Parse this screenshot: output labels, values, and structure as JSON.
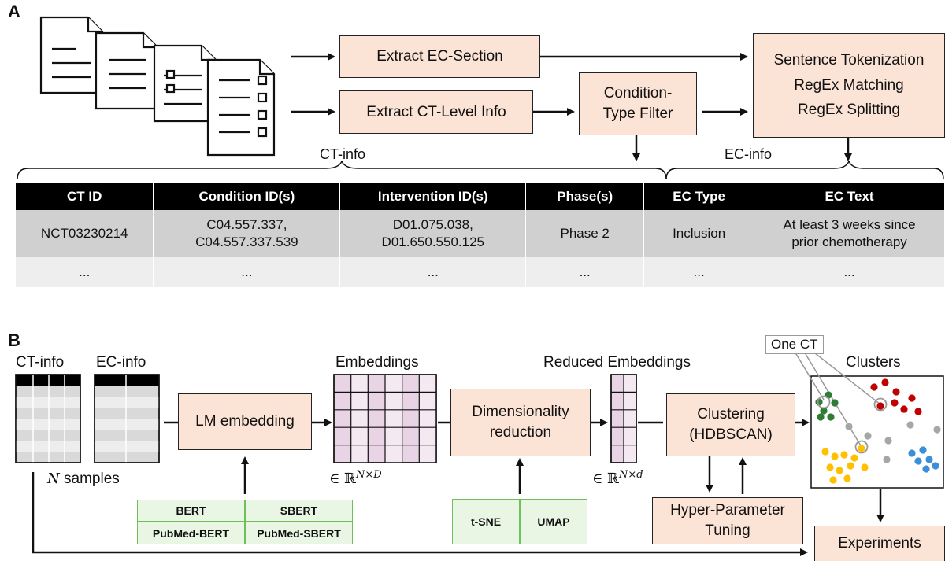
{
  "panel_a": {
    "letter": "A",
    "extract_ec": "Extract EC-Section",
    "extract_ct": "Extract CT-Level Info",
    "condition_filter": "Condition-\nType Filter",
    "ec_steps": [
      "Sentence Tokenization",
      "RegEx Matching",
      "RegEx Splitting"
    ],
    "ct_info_brace": "CT-info",
    "ec_info_brace": "EC-info",
    "table": {
      "headers": [
        "CT ID",
        "Condition ID(s)",
        "Intervention ID(s)",
        "Phase(s)",
        "EC Type",
        "EC Text"
      ],
      "rows": [
        [
          "NCT03230214",
          "C04.557.337,\nC04.557.337.539",
          "D01.075.038,\nD01.650.550.125",
          "Phase 2",
          "Inclusion",
          "At least 3 weeks since\nprior chemotherapy"
        ],
        [
          "...",
          "...",
          "...",
          "...",
          "...",
          "..."
        ]
      ]
    }
  },
  "panel_b": {
    "letter": "B",
    "ct_info": "CT-info",
    "ec_info": "EC-info",
    "n_samples": "samples",
    "n_symbol": "N",
    "lm_embedding": "LM embedding",
    "embeddings_title": "Embeddings",
    "embeddings_space": "∈ ℝ",
    "embeddings_sup": "N×D",
    "models": [
      "BERT",
      "SBERT",
      "PubMed-BERT",
      "PubMed-SBERT"
    ],
    "dim_reduction": "Dimensionality\nreduction",
    "reducers": [
      "t-SNE",
      "UMAP"
    ],
    "reduced_title": "Reduced Embeddings",
    "reduced_sup": "N×d",
    "clustering": "Clustering\n(HDBSCAN)",
    "hyper": "Hyper-Parameter\nTuning",
    "one_ct": "One CT",
    "clusters_title": "Clusters",
    "experiments": "Experiments"
  },
  "colors": {
    "process_fill": "#fbe3d6",
    "model_fill": "#eaf6e4",
    "model_border": "#6fbf5a",
    "embedding_fill": "#e8d4e4",
    "green": "#2e7d32",
    "red": "#c00000",
    "yellow": "#ffc000",
    "blue": "#3a8fd8",
    "gray": "#a6a6a6"
  },
  "cluster_points": {
    "green": 6,
    "red": 8,
    "yellow": 11,
    "blue": 6,
    "gray": 6
  }
}
